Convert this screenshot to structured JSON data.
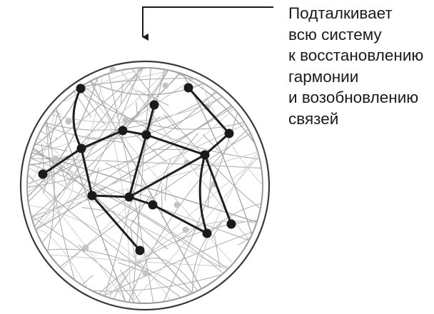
{
  "caption_lines": [
    "Подталкивает",
    "всю систему",
    "к восстановлению",
    "гармонии",
    "и возобновлению",
    "связей"
  ],
  "colors": {
    "outline": "#3a3a3a",
    "mesh": "#a8a8a8",
    "mesh_faint": "#d0d0d0",
    "edges": "#1e1e1e",
    "nodes": "#1a1a1a",
    "ghost_nodes": "#c4c4c4",
    "text": "#1a1a1a"
  }
}
